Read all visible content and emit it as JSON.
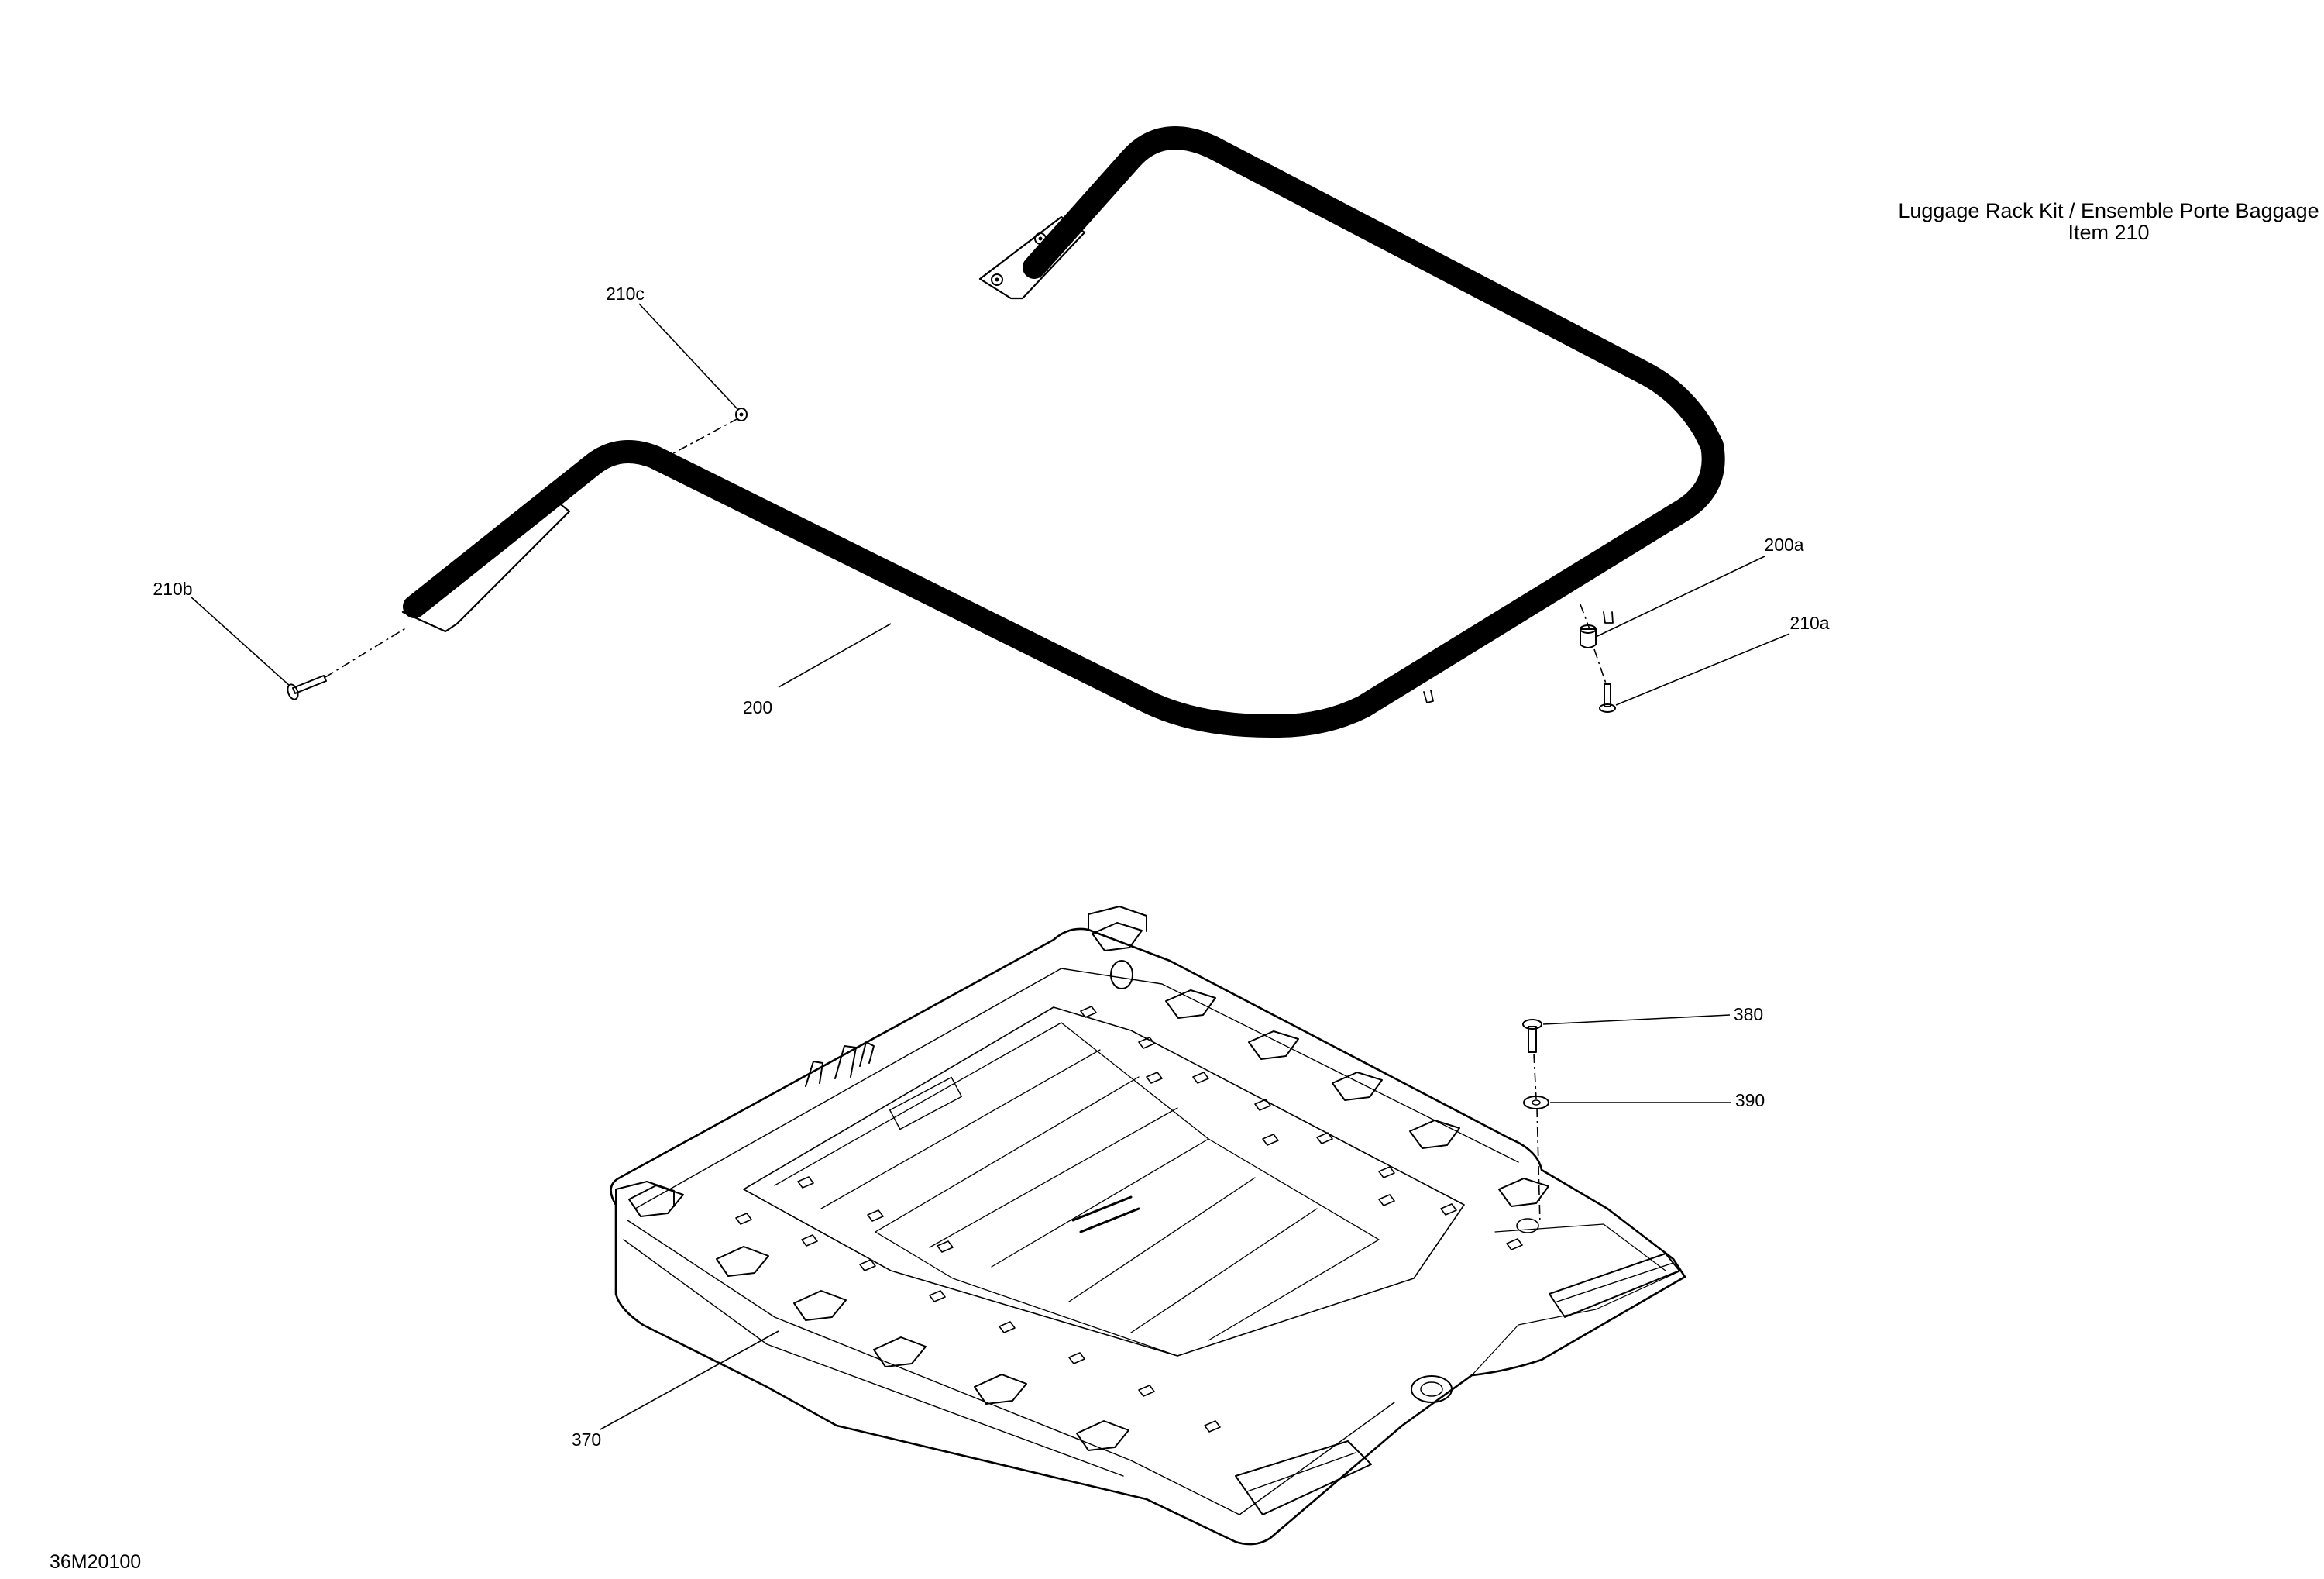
{
  "title": {
    "line1": "Luggage Rack Kit / Ensemble Porte Baggage",
    "line2": "Item 210"
  },
  "figure_code": "36M20100",
  "callouts": {
    "c210c": "210c",
    "c210b": "210b",
    "c200": "200",
    "c200a": "200a",
    "c210a": "210a",
    "c380": "380",
    "c390": "390",
    "c370": "370"
  }
}
